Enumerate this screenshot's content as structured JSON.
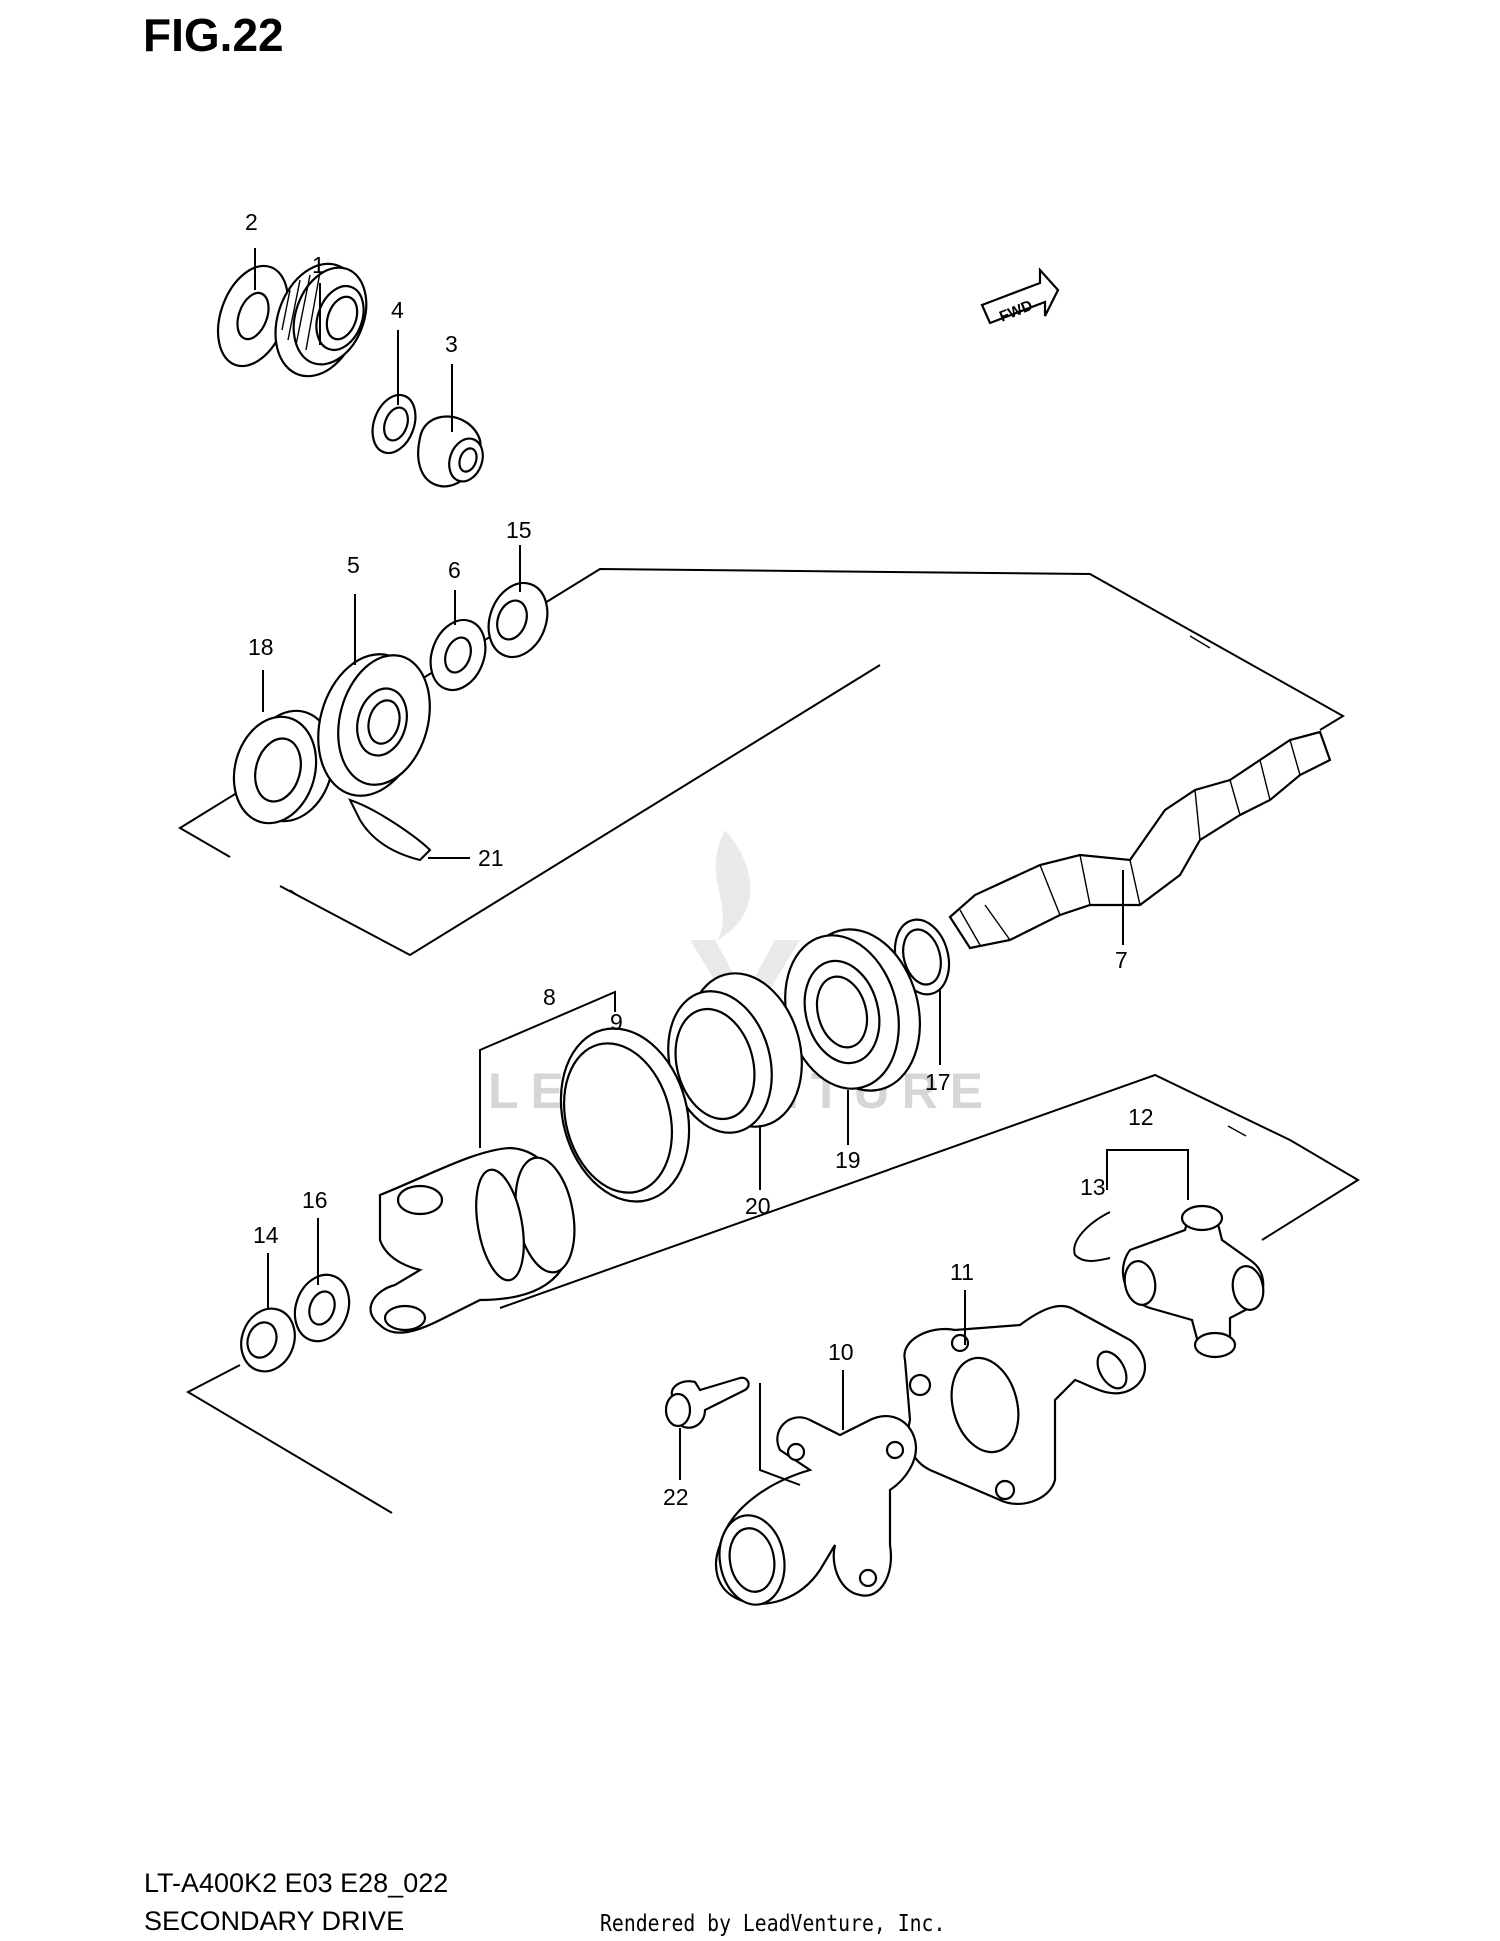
{
  "figure_label": "FIG.22",
  "model_code": "LT-A400K2 E03 E28_022",
  "section_title": "SECONDARY DRIVE",
  "rendered_by": "Rendered by LeadVenture, Inc.",
  "watermark": "LEADVENTURE",
  "direction_badge": "FWD",
  "callouts": {
    "c1": "1",
    "c2": "2",
    "c3": "3",
    "c4": "4",
    "c5": "5",
    "c6": "6",
    "c7": "7",
    "c8": "8",
    "c9": "9",
    "c10": "10",
    "c11": "11",
    "c12": "12",
    "c13": "13",
    "c14": "14",
    "c15": "15",
    "c16": "16",
    "c17": "17",
    "c18": "18",
    "c19": "19",
    "c20": "20",
    "c21": "21",
    "c22": "22"
  }
}
